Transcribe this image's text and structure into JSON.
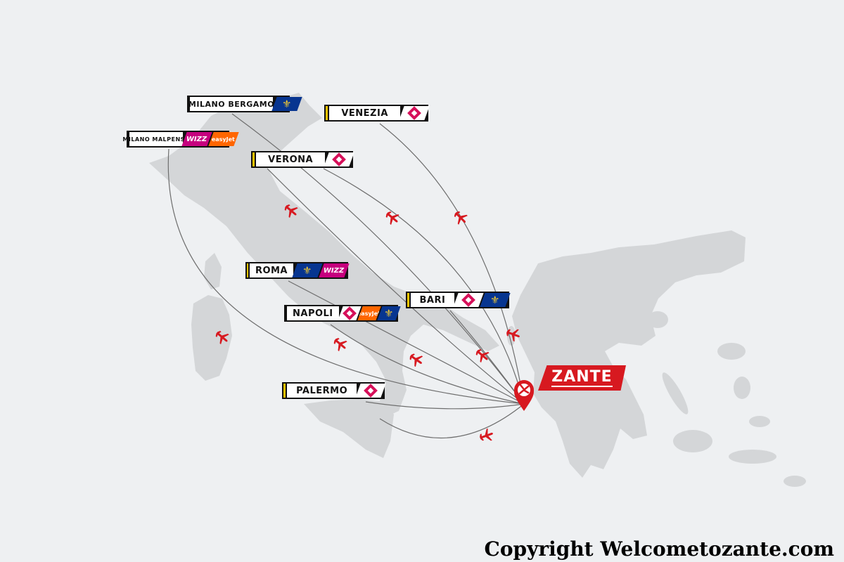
{
  "destination": {
    "name": "ZANTE",
    "pin_icon": "airport-pin-icon"
  },
  "origins": [
    {
      "name": "MILANO BERGAMO",
      "airlines": [
        "ryanair"
      ]
    },
    {
      "name": "VENEZIA",
      "airlines": [
        "volotea"
      ]
    },
    {
      "name": "MILANO MALPENSA",
      "airlines": [
        "wizzair",
        "easyjet"
      ]
    },
    {
      "name": "VERONA",
      "airlines": [
        "volotea"
      ]
    },
    {
      "name": "ROMA",
      "airlines": [
        "ryanair",
        "wizzair"
      ]
    },
    {
      "name": "BARI",
      "airlines": [
        "volotea",
        "ryanair"
      ]
    },
    {
      "name": "NAPOLI",
      "airlines": [
        "volotea",
        "easyjet",
        "ryanair"
      ]
    },
    {
      "name": "PALERMO",
      "airlines": [
        "volotea"
      ]
    }
  ],
  "airline_marks": {
    "wizzair": "WIZZ",
    "easyjet": "easyJet"
  },
  "colors": {
    "background": "#eef0f2",
    "land": "#d4d6d8",
    "route_line": "#6e6e6e",
    "plane": "#d71920",
    "accent_yellow": "#f5c400",
    "volotea": "#d6105a",
    "ryanair": "#073590",
    "wizzair": "#c6007e",
    "easyjet": "#ff6600"
  },
  "copyright": "Copyright Welcometozante.com"
}
